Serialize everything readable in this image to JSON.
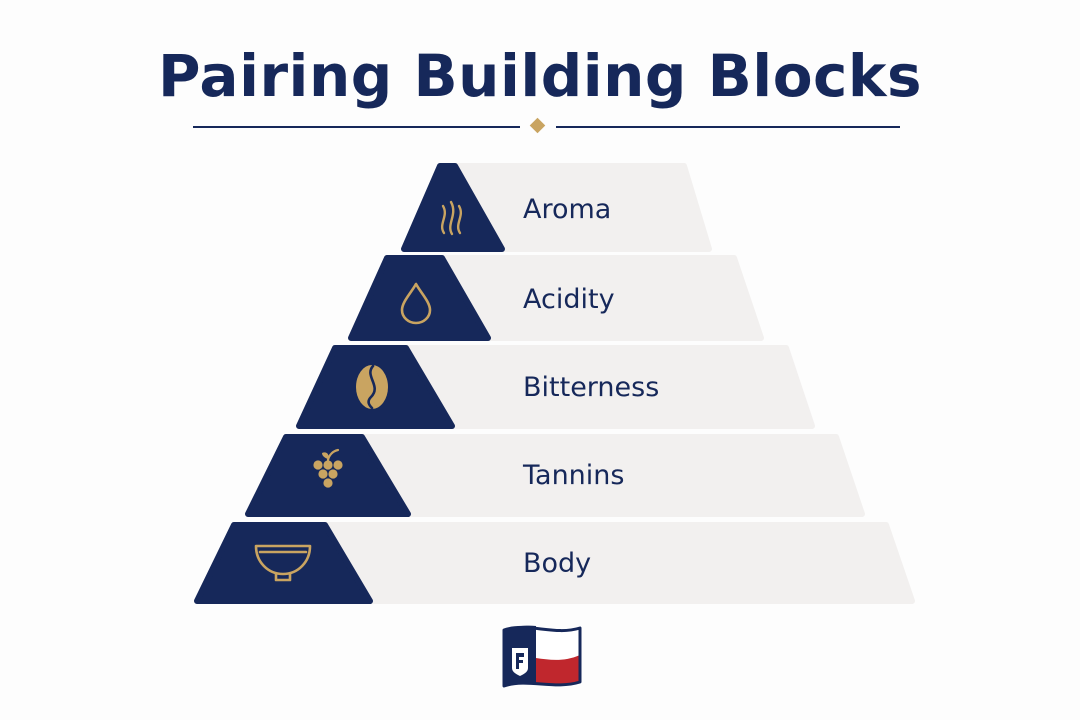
{
  "title": "Pairing Building Blocks",
  "colors": {
    "navy": "#16285a",
    "gold": "#c9a461",
    "tier_background": "#f2f0ef",
    "flag_red": "#c0272d"
  },
  "tiers": [
    {
      "label": "Aroma",
      "icon": "steam-icon"
    },
    {
      "label": "Acidity",
      "icon": "droplet-icon"
    },
    {
      "label": "Bitterness",
      "icon": "coffee-bean-icon"
    },
    {
      "label": "Tannins",
      "icon": "grapes-icon"
    },
    {
      "label": "Body",
      "icon": "bowl-icon"
    }
  ],
  "logo": {
    "icon": "texas-flag-icon"
  }
}
